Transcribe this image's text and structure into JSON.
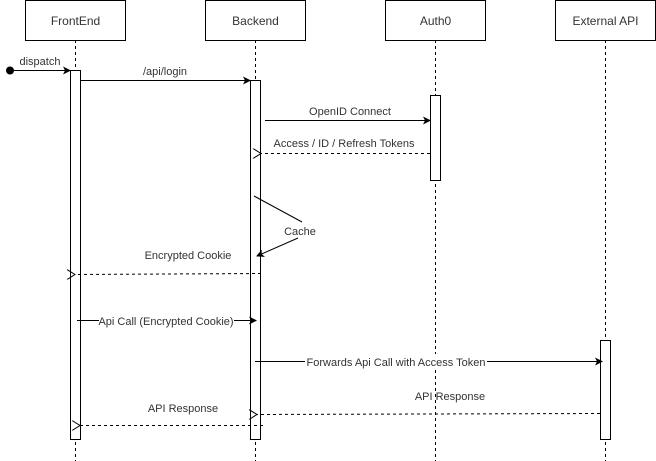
{
  "diagram": {
    "type": "sequence-diagram",
    "participants": [
      {
        "id": "frontend",
        "label": "FrontEnd"
      },
      {
        "id": "backend",
        "label": "Backend"
      },
      {
        "id": "auth0",
        "label": "Auth0"
      },
      {
        "id": "external",
        "label": "External API"
      }
    ],
    "messages": [
      {
        "id": "dispatch",
        "from": "start",
        "to": "frontend",
        "label": "dispatch",
        "style": "solid"
      },
      {
        "id": "api-login",
        "from": "frontend",
        "to": "backend",
        "label": "/api/login",
        "style": "solid"
      },
      {
        "id": "openid",
        "from": "backend",
        "to": "auth0",
        "label": "OpenID Connect",
        "style": "solid"
      },
      {
        "id": "tokens",
        "from": "auth0",
        "to": "backend",
        "label": "Access / ID / Refresh Tokens",
        "style": "dashed"
      },
      {
        "id": "cache",
        "from": "backend",
        "to": "backend",
        "label": "Cache",
        "style": "solid"
      },
      {
        "id": "cookie",
        "from": "backend",
        "to": "frontend",
        "label": "Encrypted Cookie",
        "style": "dashed"
      },
      {
        "id": "api-call",
        "from": "frontend",
        "to": "backend",
        "label": "Api Call (Encrypted Cookie)",
        "style": "solid"
      },
      {
        "id": "forward",
        "from": "backend",
        "to": "external",
        "label": "Forwards Api Call with Access Token",
        "style": "solid"
      },
      {
        "id": "ext-response",
        "from": "external",
        "to": "backend",
        "label": "API Response",
        "style": "dashed"
      },
      {
        "id": "response",
        "from": "backend",
        "to": "frontend",
        "label": "API Response",
        "style": "dashed"
      }
    ]
  }
}
